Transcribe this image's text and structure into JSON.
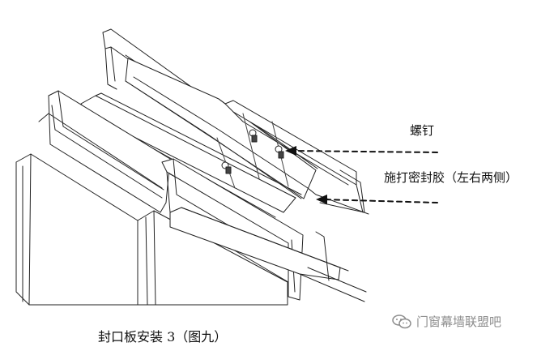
{
  "labels": {
    "screw": "螺钉",
    "sealant": "施打密封胶（左右两侧）"
  },
  "caption": "封口板安装 3（图九）",
  "watermark": {
    "text": "门窗幕墙联盟吧",
    "icon": "wechat-icon"
  },
  "colors": {
    "line": "#222222",
    "text": "#111111",
    "watermark": "#8c8c8c"
  }
}
